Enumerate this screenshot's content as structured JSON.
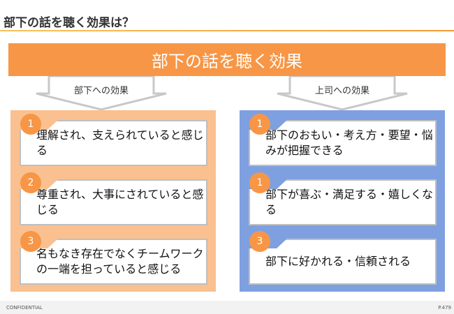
{
  "title": "部下の話を聴く効果は？",
  "banner": "部下の話を聴く効果",
  "left": {
    "label": "部下への効果",
    "items": [
      {
        "num": "1",
        "text": "理解され、支えられていると感じる"
      },
      {
        "num": "2",
        "text": "尊重され、大事にされていると感じる"
      },
      {
        "num": "3",
        "text": "名もなき存在でなくチームワークの一端を担っていると感じる"
      }
    ]
  },
  "right": {
    "label": "上司への効果",
    "items": [
      {
        "num": "1",
        "text": "部下のおもい・考え方・要望・悩みが把握できる"
      },
      {
        "num": "1",
        "text": "部下が喜ぶ・満足する・嬉しくなる"
      },
      {
        "num": "3",
        "text": "部下に好かれる・信頼される"
      }
    ]
  },
  "footer": {
    "left": "CONFIDENTIAL",
    "right": "P.479"
  }
}
